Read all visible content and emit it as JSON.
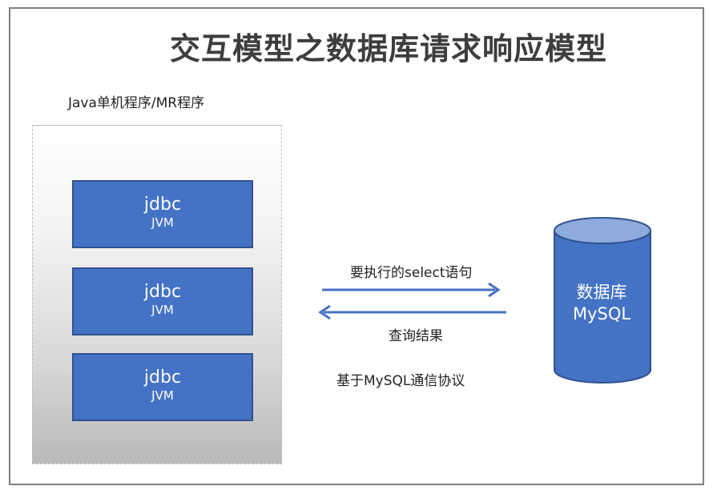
{
  "title": "交互模型之数据库请求响应模型",
  "client": {
    "label": "Java单机程序/MR程序",
    "instances": [
      {
        "name": "jdbc",
        "runtime": "JVM"
      },
      {
        "name": "jdbc",
        "runtime": "JVM"
      },
      {
        "name": "jdbc",
        "runtime": "JVM"
      }
    ]
  },
  "flows": {
    "request_label": "要执行的select语句",
    "response_label": "查询结果",
    "protocol_label": "基于MySQL通信协议"
  },
  "database": {
    "line1": "数据库",
    "line2": "MySQL"
  },
  "colors": {
    "box_fill": "#4472c4",
    "box_border": "#2f528f",
    "db_top": "#8faadc",
    "arrow": "#4472c4"
  }
}
